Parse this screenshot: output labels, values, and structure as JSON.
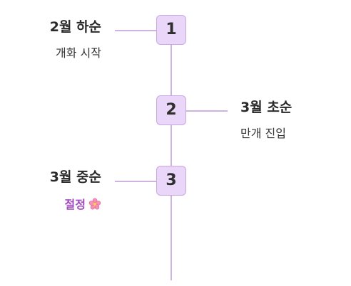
{
  "timeline": {
    "entries": [
      {
        "step": "1",
        "title": "2월 하순",
        "description": "개화 시작"
      },
      {
        "step": "2",
        "title": "3월 초순",
        "description": "만개 진입"
      },
      {
        "step": "3",
        "title": "3월 중순",
        "description": "절정",
        "icon": "cherry-blossom-icon"
      }
    ]
  },
  "colors": {
    "line": "#cdb3e0",
    "badge_fill": "#ead6f8",
    "badge_border": "#c9a9e4",
    "accent_text": "#a349c2"
  }
}
